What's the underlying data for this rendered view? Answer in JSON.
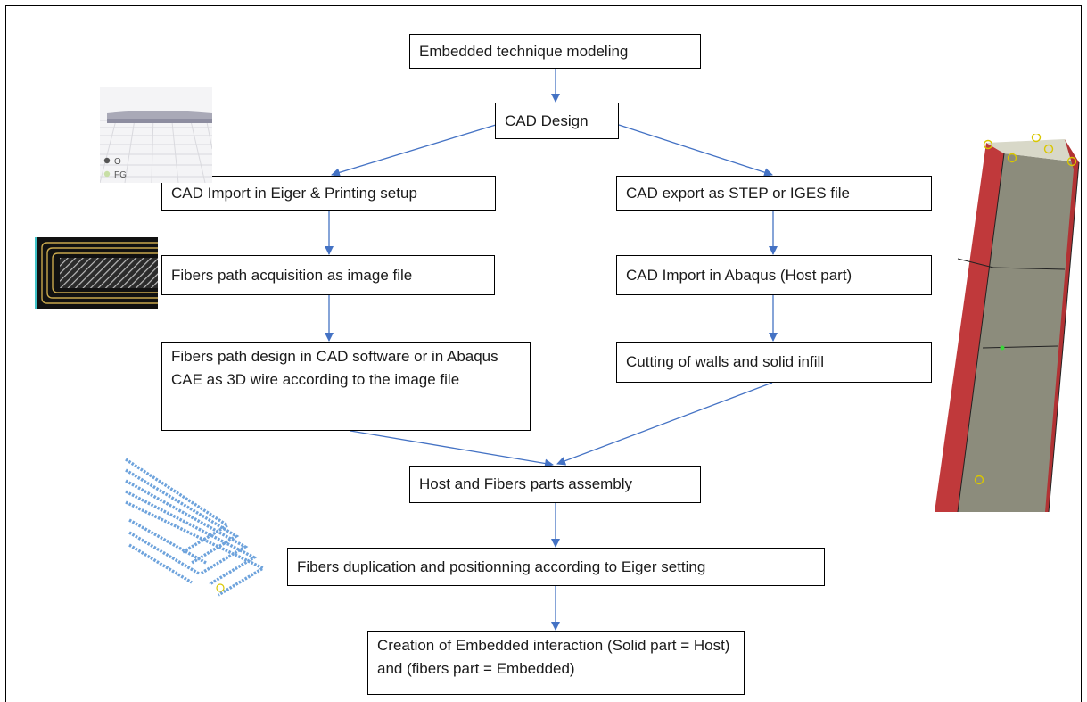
{
  "nodes": {
    "n1": "Embedded technique modeling",
    "n2": "CAD Design",
    "n3": "CAD Import in Eiger & Printing setup",
    "n4": "CAD export as STEP or IGES file",
    "n5": "Fibers path acquisition as image file",
    "n6": "CAD Import in Abaqus (Host part)",
    "n7": "Fibers path design in CAD software or in Abaqus CAE as 3D wire according to the image file",
    "n8": "Cutting of walls and solid infill",
    "n9": "Host and Fibers parts assembly",
    "n10": "Fibers duplication and positionning according to Eiger setting",
    "n11": "Creation of Embedded interaction (Solid part = Host) and (fibers part = Embedded)"
  },
  "illustrations": {
    "eiger_legend": [
      "O",
      "FG"
    ]
  },
  "colors": {
    "arrow": "#4472c4",
    "host_red": "#c0393b",
    "host_gray": "#8c8c7c",
    "fiber_blue": "#6ea3dc",
    "marker_yellow": "#d9c700"
  }
}
